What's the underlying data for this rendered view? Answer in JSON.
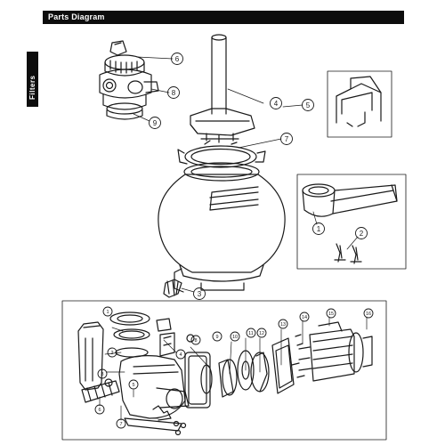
{
  "header": {
    "title": "Parts Diagram"
  },
  "side_tab": {
    "label": "Filters"
  },
  "callouts": {
    "filter_assembly": [
      "6",
      "8",
      "9",
      "4",
      "5",
      "7",
      "1",
      "2",
      "3"
    ],
    "pump_assembly": [
      "1",
      "2",
      "3",
      "4",
      "5",
      "6",
      "7",
      "8",
      "9",
      "10",
      "11",
      "12",
      "13",
      "14",
      "15",
      "16"
    ]
  },
  "colors": {
    "line": "#1a1a1a",
    "header_bg": "#0d0d0d",
    "header_text": "#ffffff",
    "background": "#ffffff"
  }
}
